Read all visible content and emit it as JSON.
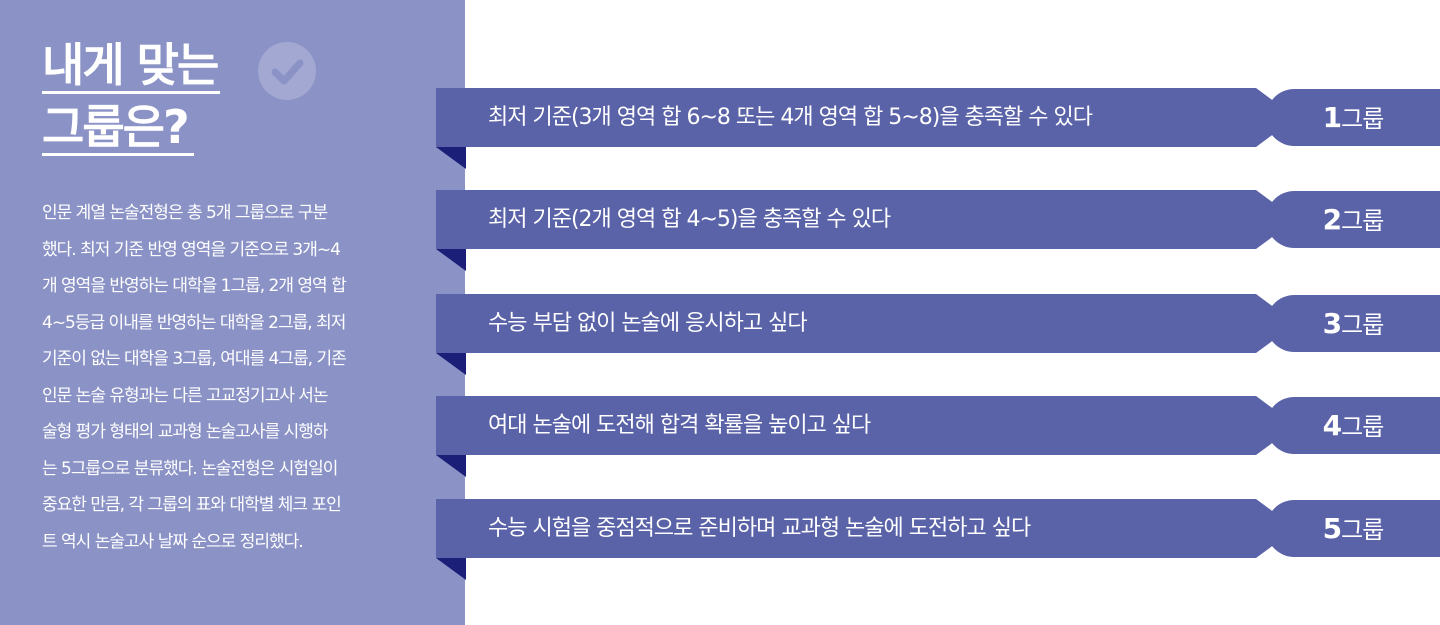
{
  "title": {
    "line1": "내게 맞는",
    "line2": "그룹은?"
  },
  "icons": {
    "check": "check-circle-icon"
  },
  "colors": {
    "sidebar_bg": "#8b93c6",
    "banner": "#5a62a8",
    "fold": "#1c1f78"
  },
  "description": [
    "인문 계열 논술전형은 총 5개 그룹으로 구분",
    "했다. 최저 기준 반영 영역을 기준으로 3개~4",
    "개 영역을 반영하는 대학을 1그룹, 2개 영역 합",
    "4~5등급 이내를 반영하는 대학을 2그룹, 최저",
    "기준이 없는 대학을 3그룹, 여대를 4그룹, 기존",
    "인문 논술 유형과는 다른 고교정기고사 서논",
    "술형 평가 형태의 교과형 논술고사를 시행하",
    "는 5그룹으로 분류했다. 논술전형은 시험일이",
    "중요한 만큼, 각 그룹의 표와 대학별 체크 포인",
    "트 역시 논술고사 날짜 순으로 정리했다."
  ],
  "groups": [
    {
      "text": "최저 기준(3개 영역 합 6~8 또는 4개 영역 합 5~8)을 충족할 수 있다",
      "num": "1",
      "suffix": "그룹"
    },
    {
      "text": "최저 기준(2개 영역 합 4~5)을 충족할 수 있다",
      "num": "2",
      "suffix": "그룹"
    },
    {
      "text": "수능 부담 없이 논술에 응시하고 싶다",
      "num": "3",
      "suffix": "그룹"
    },
    {
      "text": "여대 논술에 도전해 합격 확률을 높이고 싶다",
      "num": "4",
      "suffix": "그룹"
    },
    {
      "text": "수능 시험을 중점적으로 준비하며 교과형 논술에 도전하고 싶다",
      "num": "5",
      "suffix": "그룹"
    }
  ]
}
